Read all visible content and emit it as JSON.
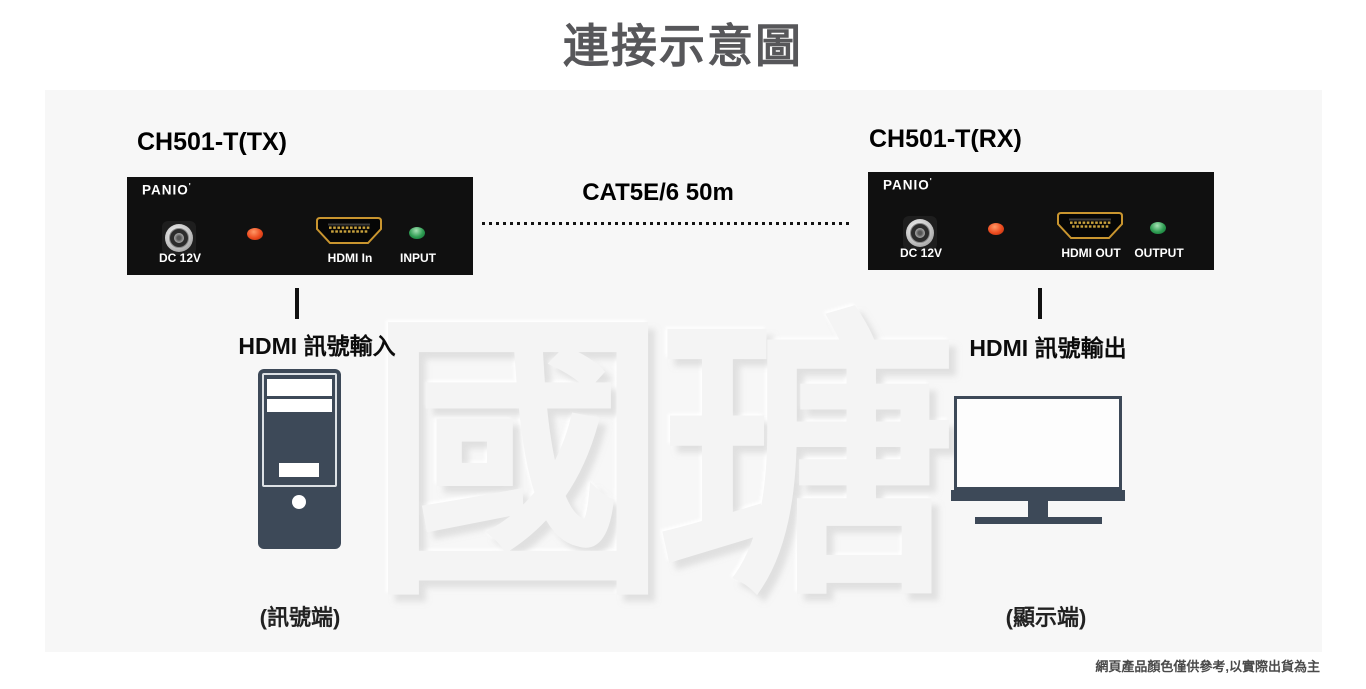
{
  "title": "連接示意圖",
  "watermark": "國瑭",
  "cable": {
    "label": "CAT5E/6 50m"
  },
  "tx": {
    "title": "CH501-T(TX)",
    "brand": "PANIO",
    "ports": {
      "power": "DC 12V",
      "hdmi": "HDMI In",
      "led": "INPUT"
    },
    "signal_label": "HDMI 訊號輸入",
    "end_label": "(訊號端)"
  },
  "rx": {
    "title": "CH501-T(RX)",
    "brand": "PANIO",
    "ports": {
      "power": "DC 12V",
      "hdmi": "HDMI OUT",
      "led": "OUTPUT"
    },
    "signal_label": "HDMI 訊號輸出",
    "end_label": "(顯示端)"
  },
  "disclaimer": "網頁產品顏色僅供參考,以實際出貨為主",
  "colors": {
    "title_gray": "#57575a",
    "panel_bg": "#f7f7f7",
    "device_body": "#101010",
    "hdmi_gold": "#c9952f",
    "led_red": "#ec4a1e",
    "led_green": "#2e9c52",
    "icon_slate": "#3d4958"
  }
}
